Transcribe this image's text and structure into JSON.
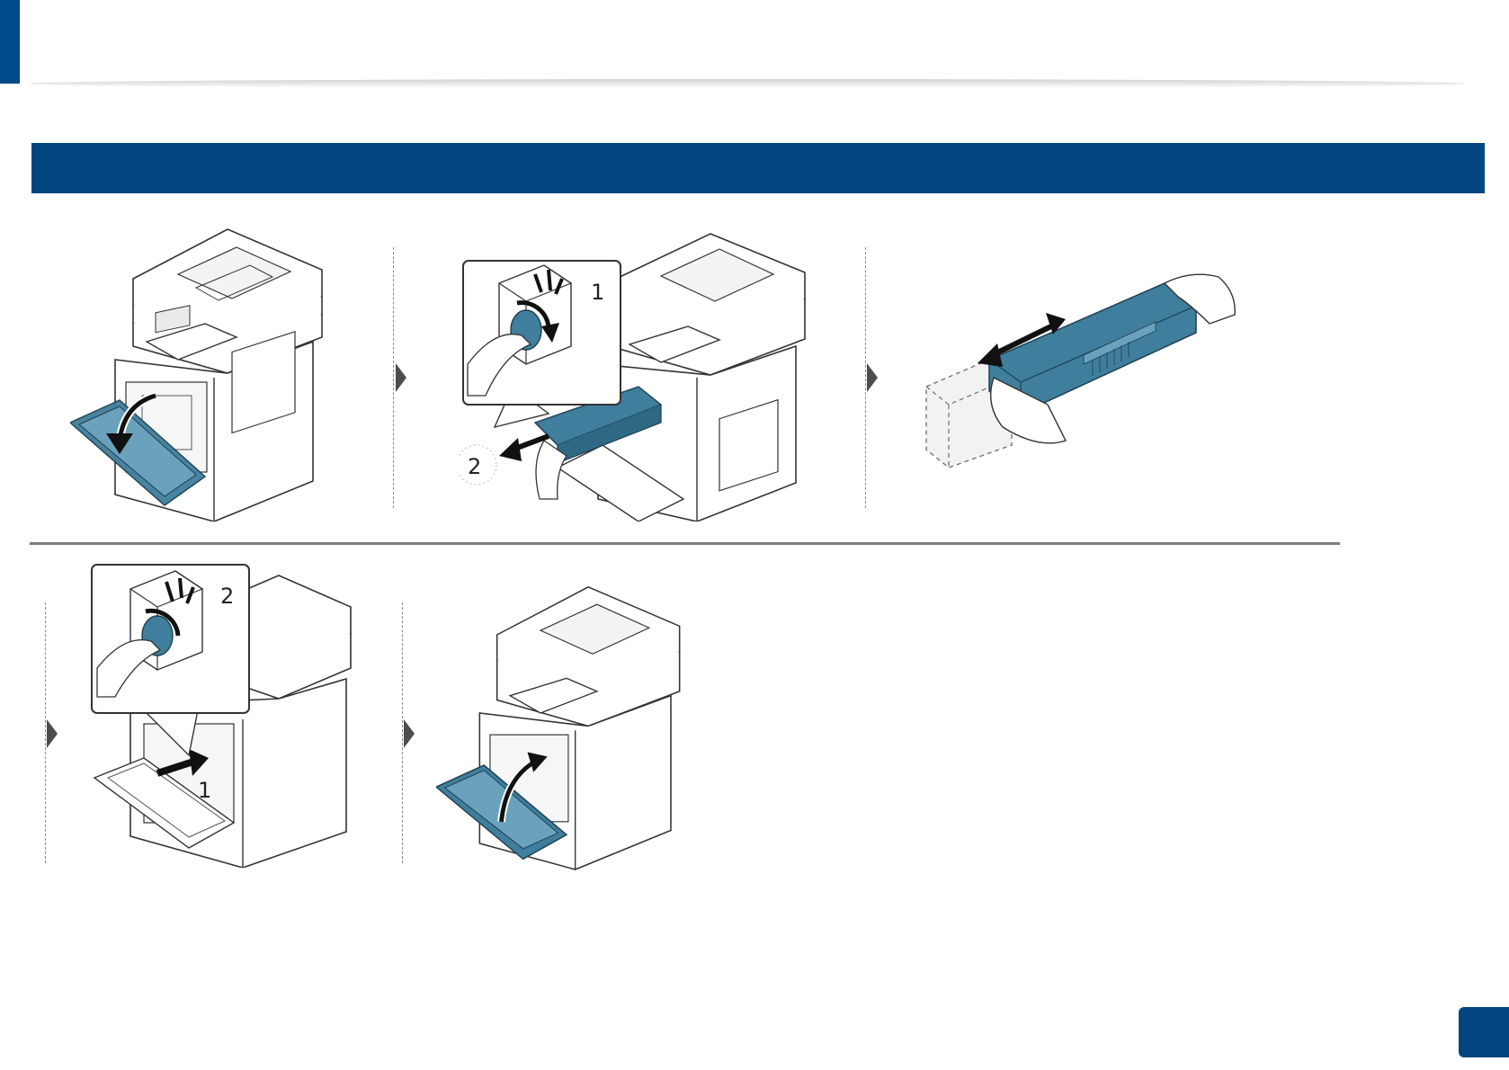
{
  "steps": [
    {
      "label": "1"
    },
    {
      "label": "2"
    },
    {
      "label": "2"
    },
    {
      "label": "1"
    }
  ],
  "colors": {
    "brand_blue": "#00457f",
    "accent_blue": "#004a8a",
    "cartridge_teal": "#3f7e9c",
    "rule_gray": "#7d7d7d"
  }
}
